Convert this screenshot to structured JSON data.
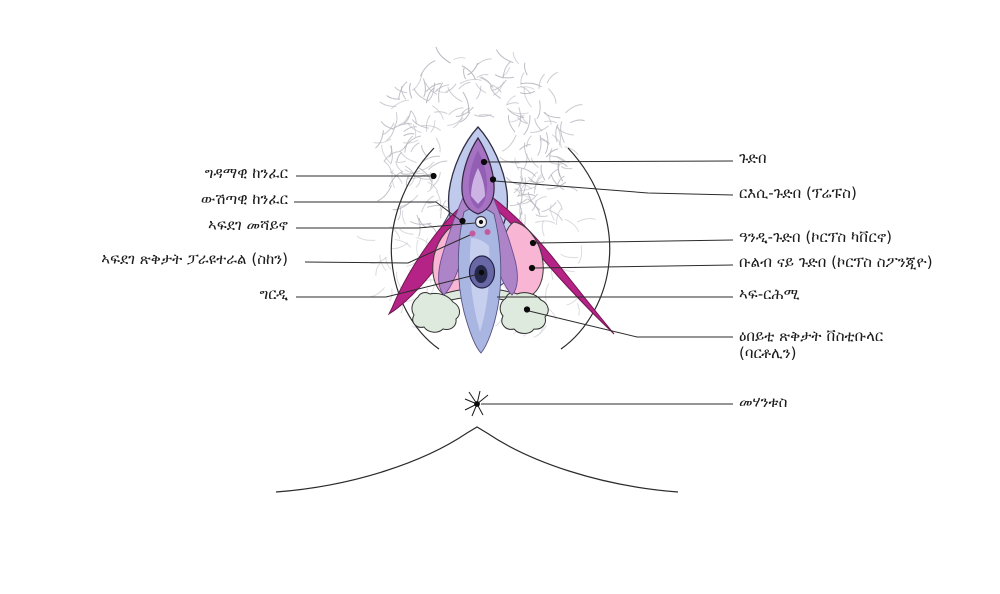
{
  "figure": {
    "kind": "anatomical line diagram",
    "language": "Tigrinya (Ethiopic script)",
    "subject": "vulva and clitoris internal anatomy"
  },
  "palette": {
    "outline": "#2b2b2b",
    "hair_stroke": "#b5b5bf",
    "hood_blue": "#bfcaec",
    "vestibule_blue": "#aab6e2",
    "glans_purple": "#a673c3",
    "inner_lip_purple": "#ad84c8",
    "crus_magenta": "#b62387",
    "bulb_pink": "#f8b5d4",
    "gland_sage": "#dfeadf",
    "vaginal_navy": "#262849"
  },
  "labels_left": [
    {
      "text": "ግዳማዊ ከንፈር"
    },
    {
      "text": "ውሽጣዊ ከንፈር"
    },
    {
      "text": "ኣፍደገ መሻይኖ"
    },
    {
      "text": "ኣፍደገ ጽቅታት ፓራዩተራል (ስከን)"
    },
    {
      "text": "ግርዲ"
    }
  ],
  "labels_right": [
    {
      "text": "ጉድበ"
    },
    {
      "text": "ርእሲ-ጉድበ (ፕሬፑስ)"
    },
    {
      "text": "ዓንዲ-ጉድበ (ኮርፕስ ካቨርኖ)"
    },
    {
      "text": "ቡልብ ናይ ጉድበ (ኮርፕስ ስፖንጂዮ)"
    },
    {
      "text": "ኣፍ-ርሕሚ"
    },
    {
      "text": "ዕበይቲ ጽቅታት ቨስቲቡላር\n(ባርቶሊን)"
    },
    {
      "text": "መሃንቱስ"
    }
  ]
}
